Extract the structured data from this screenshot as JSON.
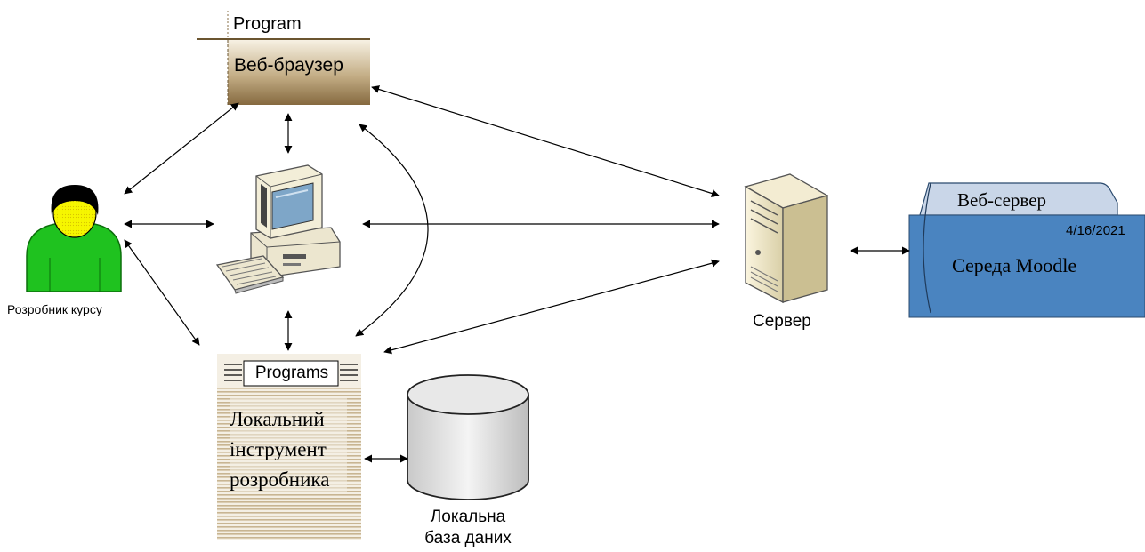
{
  "browser": {
    "tab_label": "Program",
    "title": "Веб-браузер"
  },
  "developer": {
    "label": "Розробник курсу"
  },
  "server": {
    "label": "Сервер"
  },
  "web_server": {
    "tab_label": "Веб-сервер",
    "date": "4/16/2021",
    "title": "Середа Moodle"
  },
  "local_tool": {
    "header": "Programs",
    "line1": "Локальний",
    "line2": "інструмент",
    "line3": "розробника"
  },
  "database": {
    "line1": "Локальна",
    "line2": "база даних"
  },
  "colors": {
    "browser_gradient_top": "#f6efe0",
    "browser_gradient_bottom": "#8a7148",
    "web_server_blue": "#4a84c0",
    "web_server_tab": "#c9d6e8",
    "person_shirt": "#1fc21f",
    "person_face": "#f6f600",
    "stripe_dark": "#c8b592",
    "stripe_light": "#f4efe4"
  }
}
